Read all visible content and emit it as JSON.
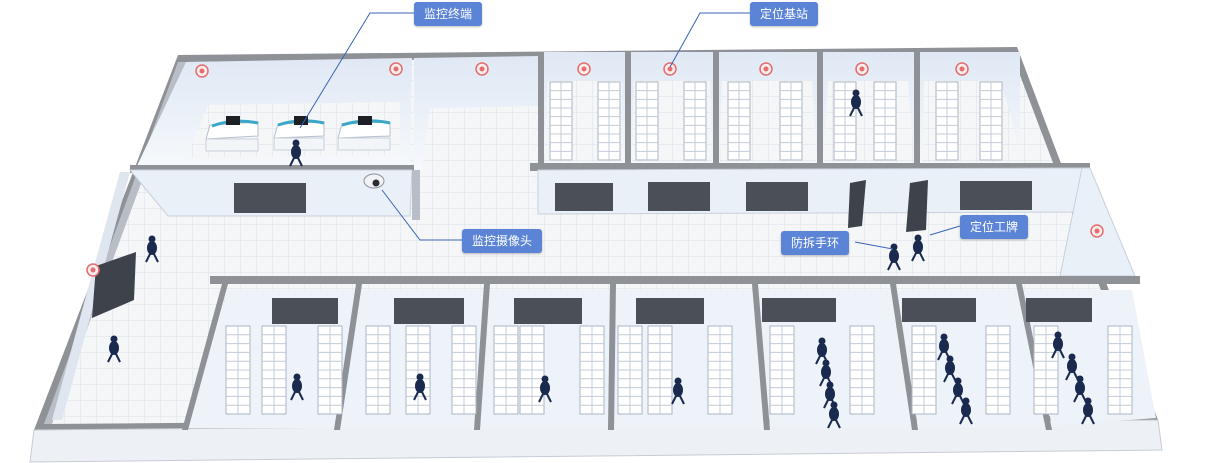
{
  "labels": {
    "monitor_terminal": "监控终端",
    "base_station": "定位基站",
    "camera": "监控摄像头",
    "wristband": "防拆手环",
    "badge": "定位工牌"
  },
  "colors": {
    "callout": "#5b84d6",
    "wall": "#8e9196",
    "wall_face": "#eef3fa",
    "floor": "#f4f6f8",
    "floor_grid": "#dde2e8",
    "door": "#4a4f58",
    "bed": "#d5dde8",
    "person": "#1a2a4f",
    "base_station": "#e46d6d"
  },
  "icons": [
    "base-station-icon",
    "dome-camera-icon",
    "person-icon",
    "bunk-bed-icon",
    "door-icon",
    "monitor-icon"
  ]
}
